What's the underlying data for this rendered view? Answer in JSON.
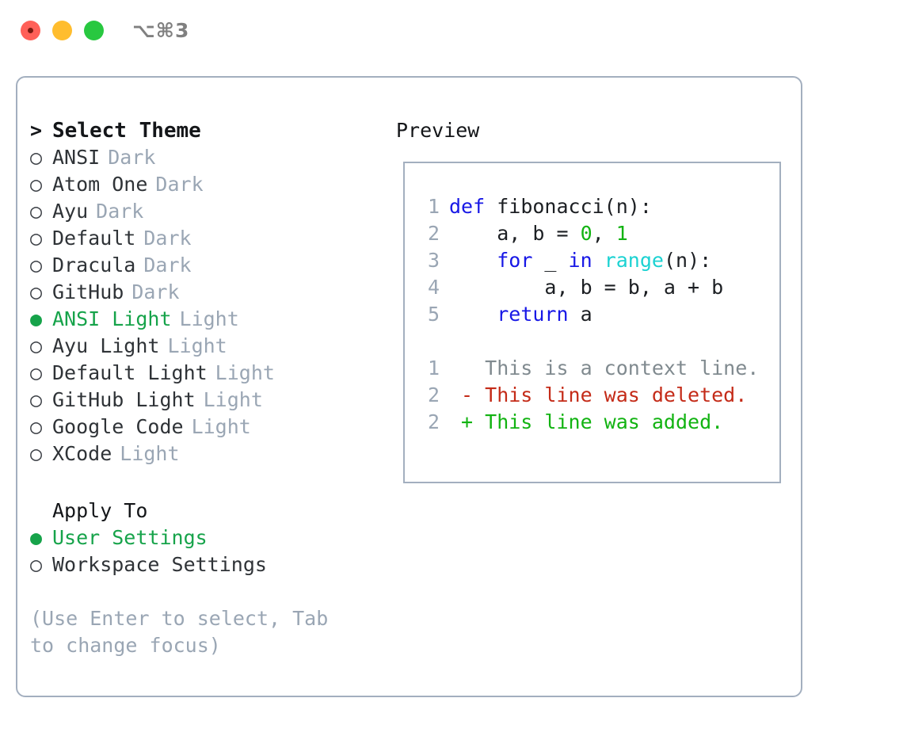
{
  "titlebar": {
    "traffic_lights": [
      "close",
      "minimize",
      "maximize"
    ],
    "shortcut": "⌥⌘3"
  },
  "left": {
    "heading_prefix": ">",
    "heading": "Select Theme",
    "bullet_unselected": "○",
    "bullet_selected": "●",
    "themes": [
      {
        "name": "ANSI",
        "kind": "Dark",
        "selected": false
      },
      {
        "name": "Atom One",
        "kind": "Dark",
        "selected": false
      },
      {
        "name": "Ayu",
        "kind": "Dark",
        "selected": false
      },
      {
        "name": "Default",
        "kind": "Dark",
        "selected": false
      },
      {
        "name": "Dracula",
        "kind": "Dark",
        "selected": false
      },
      {
        "name": "GitHub",
        "kind": "Dark",
        "selected": false
      },
      {
        "name": "ANSI Light",
        "kind": "Light",
        "selected": true
      },
      {
        "name": "Ayu Light",
        "kind": "Light",
        "selected": false
      },
      {
        "name": "Default Light",
        "kind": "Light",
        "selected": false
      },
      {
        "name": "GitHub Light",
        "kind": "Light",
        "selected": false
      },
      {
        "name": "Google Code",
        "kind": "Light",
        "selected": false
      },
      {
        "name": "XCode",
        "kind": "Light",
        "selected": false
      }
    ],
    "apply_to_title": "Apply To",
    "apply_to_options": [
      {
        "name": "User Settings",
        "selected": true
      },
      {
        "name": "Workspace Settings",
        "selected": false
      }
    ],
    "hint": "(Use Enter to select, Tab to change focus)"
  },
  "preview": {
    "label": "Preview",
    "code_lines": [
      {
        "no": "1",
        "tokens": [
          {
            "t": "def ",
            "c": "kw"
          },
          {
            "t": "fibonacci(n):",
            "c": "def"
          }
        ]
      },
      {
        "no": "2",
        "tokens": [
          {
            "t": "    a, b = ",
            "c": "def"
          },
          {
            "t": "0",
            "c": "num"
          },
          {
            "t": ", ",
            "c": "def"
          },
          {
            "t": "1",
            "c": "num"
          }
        ]
      },
      {
        "no": "3",
        "tokens": [
          {
            "t": "    ",
            "c": "def"
          },
          {
            "t": "for",
            "c": "kw"
          },
          {
            "t": " _ ",
            "c": "def"
          },
          {
            "t": "in",
            "c": "kw"
          },
          {
            "t": " ",
            "c": "def"
          },
          {
            "t": "range",
            "c": "fn"
          },
          {
            "t": "(n):",
            "c": "def"
          }
        ]
      },
      {
        "no": "4",
        "tokens": [
          {
            "t": "        a, b = b, a + b",
            "c": "def"
          }
        ]
      },
      {
        "no": "5",
        "tokens": [
          {
            "t": "    ",
            "c": "def"
          },
          {
            "t": "return",
            "c": "kw"
          },
          {
            "t": " a",
            "c": "def"
          }
        ]
      }
    ],
    "diff_lines": [
      {
        "no": "1",
        "marker": " ",
        "text": " This is a context line.",
        "kind": "ctx"
      },
      {
        "no": "2",
        "marker": "-",
        "text": " This line was deleted.",
        "kind": "del"
      },
      {
        "no": "2",
        "marker": "+",
        "text": " This line was added.",
        "kind": "add"
      }
    ]
  },
  "colors": {
    "green": "#16A34A",
    "gray_label": "#9AA6B4",
    "border": "#A3AFBF",
    "keyword_blue": "#1818E6",
    "function_cyan": "#1BD2D2",
    "number_green": "#12B312",
    "diff_red": "#C42B18",
    "diff_green": "#12B312",
    "traffic_red": "#FF6058",
    "traffic_yellow": "#FFBD2E",
    "traffic_green": "#28C840"
  }
}
